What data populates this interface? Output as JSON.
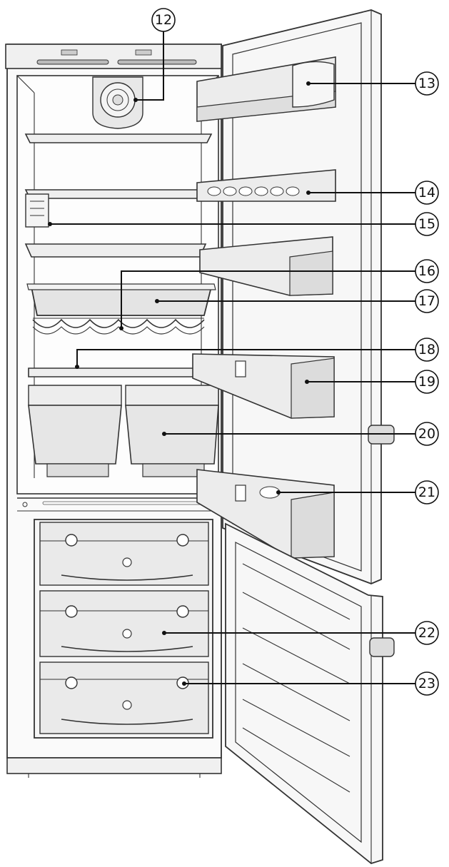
{
  "callouts": [
    {
      "id": "12",
      "part": "fan"
    },
    {
      "id": "13",
      "part": "door-compartment-top"
    },
    {
      "id": "14",
      "part": "egg-tray"
    },
    {
      "id": "15",
      "part": "interior-light"
    },
    {
      "id": "16",
      "part": "bottle-rack"
    },
    {
      "id": "17",
      "part": "glass-shelf"
    },
    {
      "id": "18",
      "part": "divider-shelf"
    },
    {
      "id": "19",
      "part": "door-shelf-middle"
    },
    {
      "id": "20",
      "part": "crisper-drawer"
    },
    {
      "id": "21",
      "part": "bottle-shelf"
    },
    {
      "id": "22",
      "part": "freezer-drawer"
    },
    {
      "id": "23",
      "part": "freezer-drawer-indicator"
    }
  ]
}
